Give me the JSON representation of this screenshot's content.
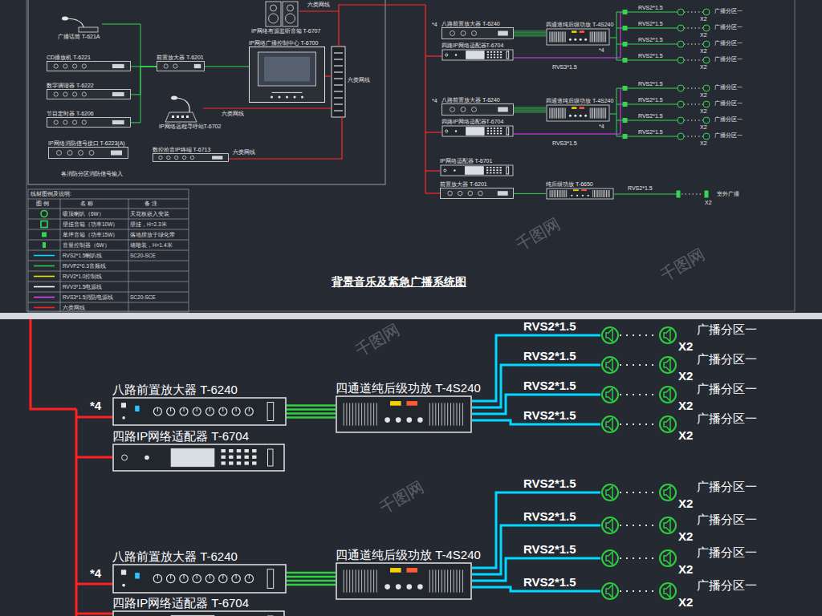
{
  "diagram": {
    "title": "背景音乐及紧急广播系统图",
    "nodes": [
      {
        "text": [
          "广播话筒 T-621A"
        ]
      },
      {
        "text": [
          "CD播放机 T-6221"
        ]
      },
      {
        "text": [
          "数字调谐器 T-6222"
        ]
      },
      {
        "text": [
          "节目定时器 T-6206"
        ]
      },
      {
        "text": [
          "前置放大器 T-6201"
        ]
      },
      {
        "text": [
          "IP网络有源监听音箱 T-6707"
        ]
      },
      {
        "text": [
          "IP网络广播控制中心 T-6700"
        ]
      },
      {
        "text": [
          "IP网络远程寻呼站T-6702"
        ]
      },
      {
        "text": [
          "IP网络消防信号接口 T-6223(A)"
        ]
      },
      {
        "text": [
          "数控拾音IP终端 T-6713"
        ]
      },
      {
        "text": [
          "八路前置放大器 T-6240"
        ]
      },
      {
        "text": [
          "四路IP网络适配器T-6704"
        ]
      },
      {
        "text": [
          "四通道纯后级功放 T-4S240"
        ]
      },
      {
        "text": [
          "八路前置放大器 T-6240"
        ]
      },
      {
        "text": [
          "四路IP网络适配器T-6704"
        ]
      },
      {
        "text": [
          "四通道纯后级功放 T-4S240"
        ]
      },
      {
        "text": [
          "IP网络适配器 T-6701"
        ]
      },
      {
        "text": [
          "前置放大器 T-6201"
        ]
      },
      {
        "text": [
          "纯后级功放 T-6650"
        ]
      },
      {
        "text": [
          "八路前置放大器 T-6240"
        ]
      },
      {
        "text": [
          "四路IP网络适配器 T-6704"
        ]
      },
      {
        "text": [
          "四通道纯后级功放 T-4S240"
        ]
      },
      {
        "text": [
          "八路前置放大器 T-6240"
        ]
      },
      {
        "text": [
          "四路IP网络适配器 T-6704"
        ]
      },
      {
        "text": [
          "四通道纯后级功放 T-4S240"
        ]
      }
    ],
    "edges": [
      {
        "from": 0,
        "to": 4,
        "arrow": "none"
      },
      {
        "from": 1,
        "to": 4,
        "arrow": "none"
      },
      {
        "from": 2,
        "to": 4,
        "arrow": "none"
      },
      {
        "from": 3,
        "to": 4,
        "arrow": "none"
      },
      {
        "from": 4,
        "to": 6,
        "arrow": "none"
      },
      {
        "from": 10,
        "to": 12,
        "arrow": "none"
      },
      {
        "from": 13,
        "to": 15,
        "arrow": "none"
      },
      {
        "from": 17,
        "to": 18,
        "arrow": "none"
      },
      {
        "from": 19,
        "to": 21,
        "arrow": "none"
      },
      {
        "from": 22,
        "to": 24,
        "arrow": "none"
      }
    ],
    "labels": [
      "六类网线",
      "六类网线",
      "六类网线",
      "六类网线",
      "各消防分区消防信号输入",
      "线材图例及说明:",
      "图 例",
      "名 称",
      "备 注",
      "天花板嵌入安装",
      "壁挂，H=2.3米",
      "落地摆放于绿化带",
      "墙暗装，H=1.4米",
      "SC20-SCE",
      "SC20-SCE",
      "*4",
      "*4",
      "RVS2*1.5",
      "广播分区一",
      "X2",
      "RVS2*1.5",
      "广播分区一",
      "X2",
      "RVS2*1.5",
      "广播分区一",
      "X2",
      "RVS2*1.5",
      "广播分区一",
      "X2",
      "RVS3*1.5",
      "*4",
      "*4",
      "RVS2*1.5",
      "广播分区一",
      "X2",
      "RVS2*1.5",
      "广播分区一",
      "X2",
      "RVS2*1.5",
      "广播分区一",
      "X2",
      "RVS2*1.5",
      "广播分区一",
      "X2",
      "RVS3*1.5",
      "RVS2*1.5",
      "室外广播",
      "X2",
      "*4",
      "RVS2*1.5",
      "广播分区一",
      "X2",
      "RVS2*1.5",
      "广播分区一",
      "X2",
      "RVS2*1.5",
      "广播分区一",
      "X2",
      "RVS2*1.5",
      "广播分区一",
      "X2",
      "*4",
      "RVS2*1.5",
      "广播分区一",
      "X2",
      "RVS2*1.5",
      "广播分区一",
      "X2",
      "RVS2*1.5",
      "广播分区一",
      "X2",
      "RVS2*1.5",
      "广播分区一",
      "X2",
      "千图网",
      "千图网",
      "千图网",
      "千图网"
    ],
    "legend": [
      {
        "text": "吸顶喇叭（6W）"
      },
      {
        "text": "壁挂音箱（功率10W）"
      },
      {
        "text": "草坪音箱（功率15W）"
      },
      {
        "text": "音量控制器（6W）"
      },
      {
        "text": "RVS2*1.5喇叭线"
      },
      {
        "text": "RVVP2*0.3音频线"
      },
      {
        "text": "RVV2*1.0控制线"
      },
      {
        "text": "RVV3*1.5电源线"
      },
      {
        "text": "RVS3*1.5消防电源线"
      },
      {
        "text": "六类网线"
      }
    ]
  }
}
